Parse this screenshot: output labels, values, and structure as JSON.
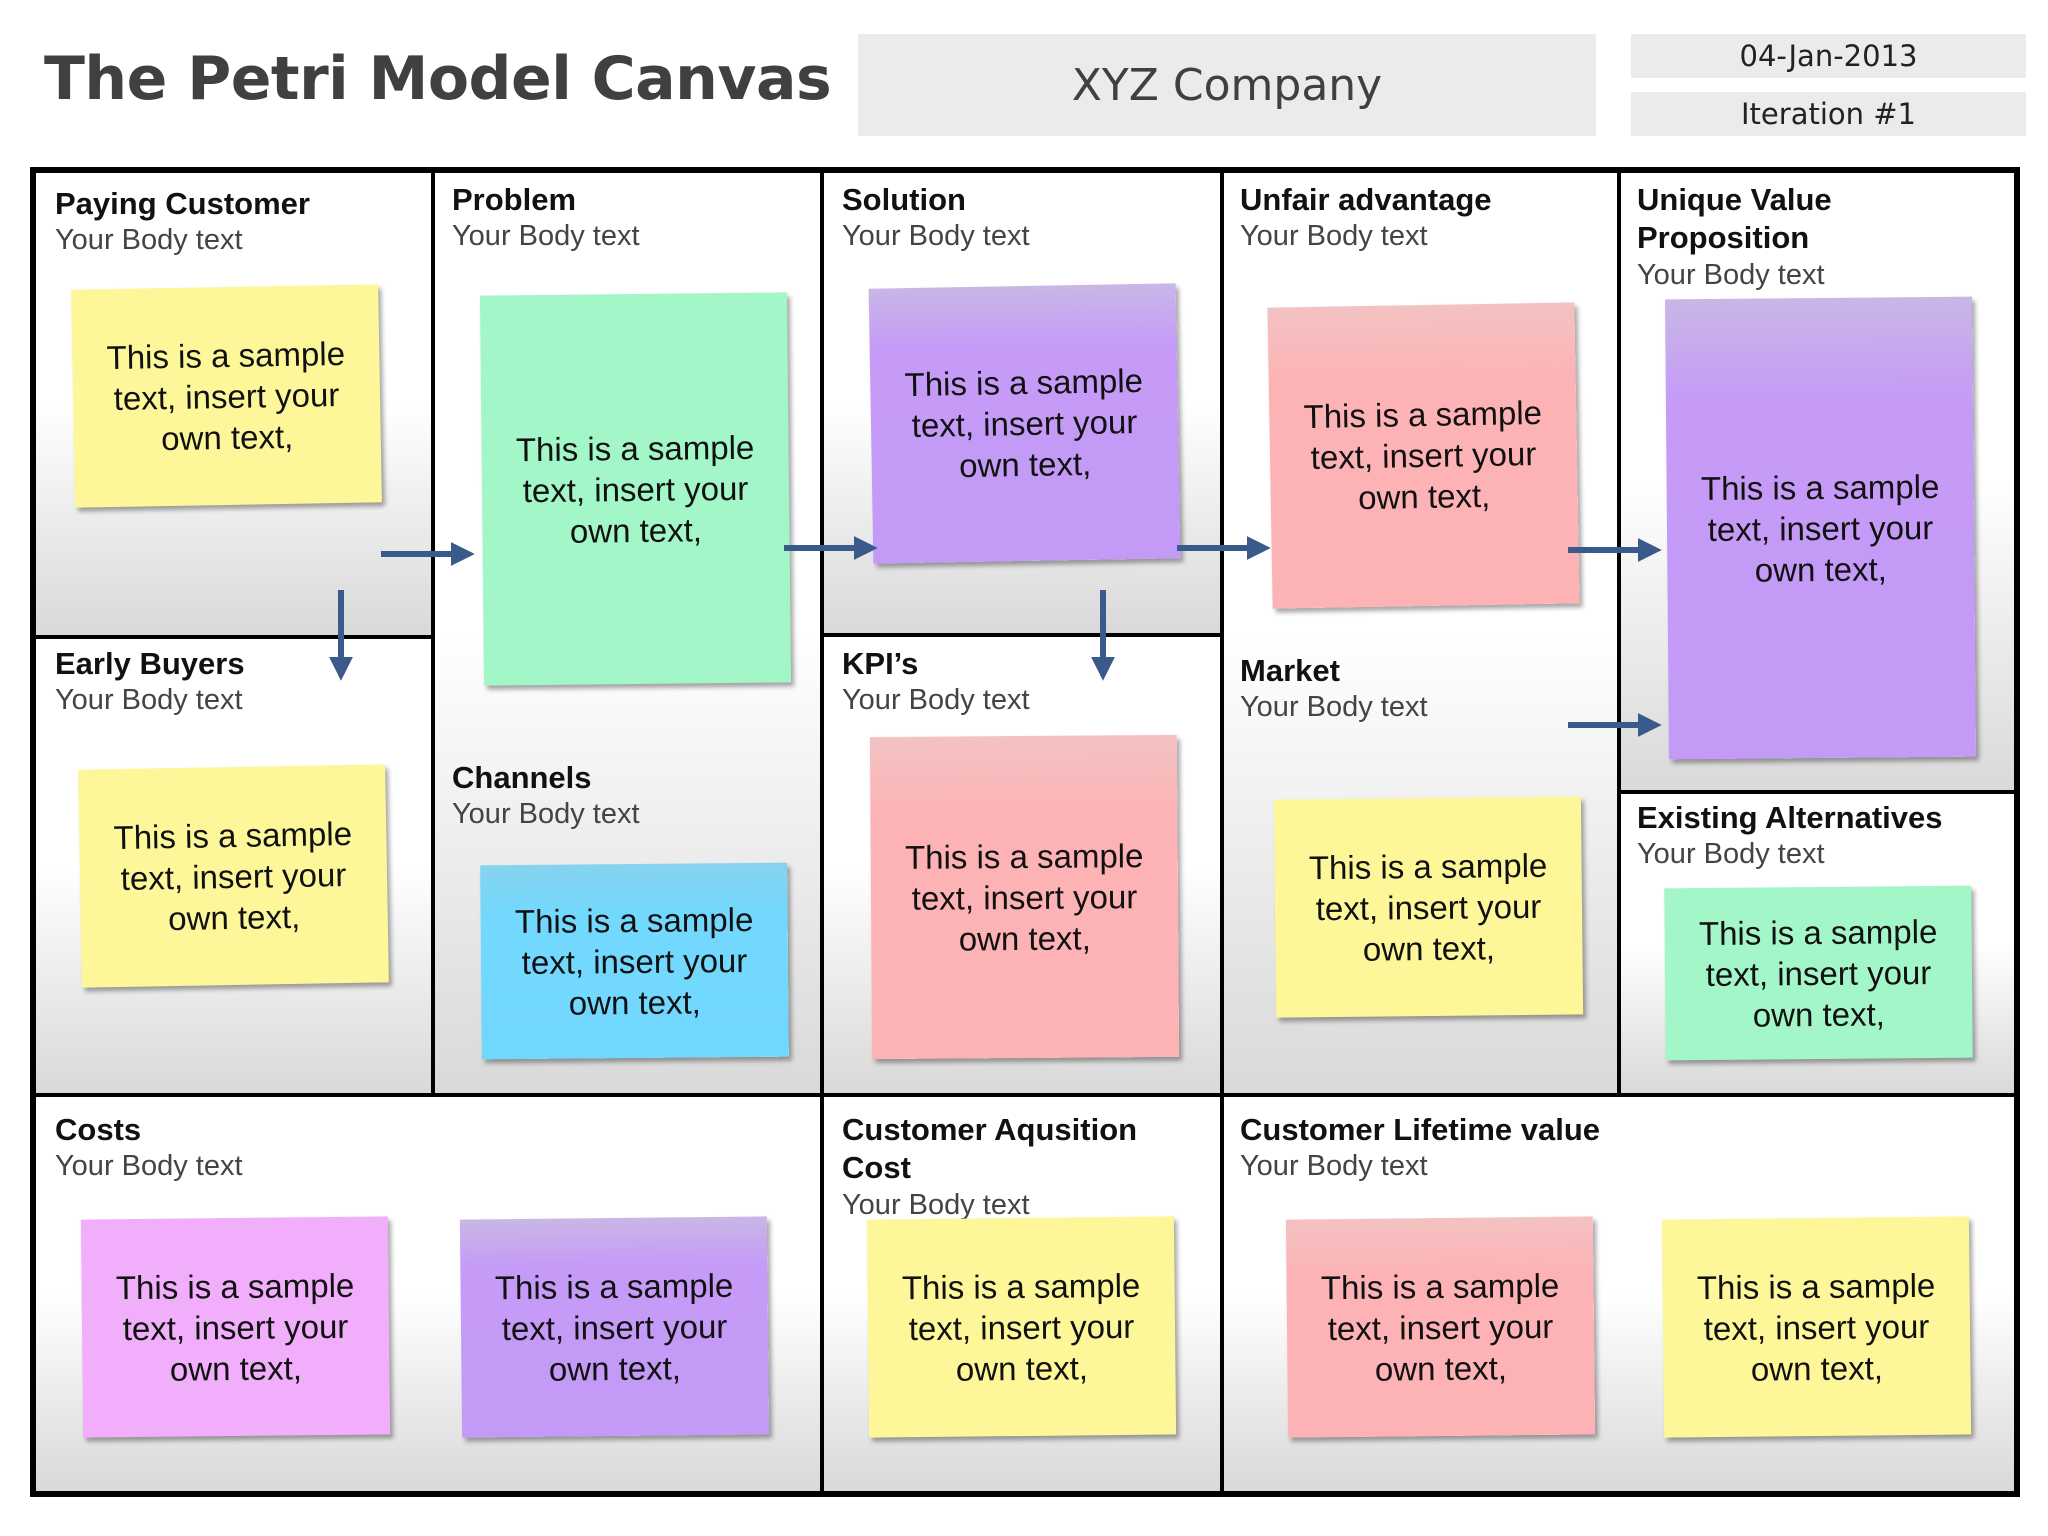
{
  "header": {
    "title": "The Petri Model Canvas",
    "company": "XYZ Company",
    "date": "04-Jan-2013",
    "iteration": "Iteration #1"
  },
  "note_text": "This is a sample text, insert your own text,",
  "cells": {
    "paying_customer": {
      "label": "Paying Customer",
      "body": "Your Body text"
    },
    "early_buyers": {
      "label": "Early Buyers",
      "body": "Your Body text"
    },
    "problem": {
      "label": "Problem",
      "body": "Your Body text"
    },
    "channels": {
      "label": "Channels",
      "body": "Your Body text"
    },
    "solution": {
      "label": "Solution",
      "body": "Your Body text"
    },
    "kpis": {
      "label": "KPI’s",
      "body": "Your Body text"
    },
    "unfair_advantage": {
      "label": "Unfair advantage",
      "body": "Your Body text"
    },
    "market": {
      "label": "Market",
      "body": "Your Body text"
    },
    "uvp": {
      "label_line1": "Unique Value",
      "label_line2": "Proposition",
      "body": "Your Body text"
    },
    "existing_alternatives": {
      "label": "Existing Alternatives",
      "body": "Your Body text"
    },
    "costs": {
      "label": "Costs",
      "body": "Your Body text"
    },
    "cac": {
      "label_line1": "Customer Aqusition",
      "label_line2": "Cost",
      "body": "Your Body text"
    },
    "clv": {
      "label": "Customer Lifetime value",
      "body": "Your Body text"
    }
  },
  "colors": {
    "yellow": "#fdf79a",
    "green": "#a2f6c8",
    "purple": "#c49af7",
    "pink": "#fdb2b5",
    "blue": "#70d7fe",
    "magenta": "#f1aefb",
    "arrow": "#3a5a8c"
  }
}
